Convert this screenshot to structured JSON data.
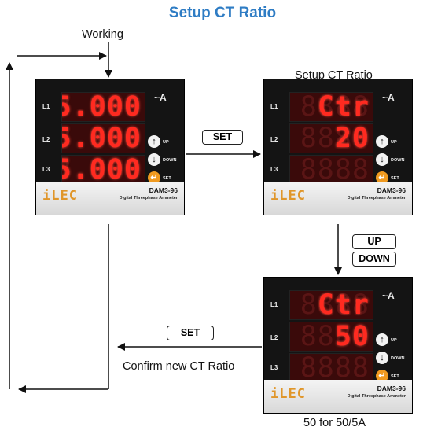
{
  "title": "Setup CT Ratio",
  "labels": {
    "working": "Working",
    "setup_ct_ratio": "Setup CT Ratio",
    "confirm": "Confirm new CT Ratio",
    "footnote": "50 for 50/5A"
  },
  "buttons": {
    "set_top": "SET",
    "up": "UP",
    "down": "DOWN",
    "set_bottom": "SET"
  },
  "meters": {
    "working": {
      "l1": "5.000",
      "l2": "5.000",
      "l3": "5.000"
    },
    "setup": {
      "l1": "Ctr",
      "l2": "20",
      "l3": ""
    },
    "confirm": {
      "l1": "Ctr",
      "l2": "50",
      "l3": ""
    }
  },
  "meter_common": {
    "row1": "L1",
    "row2": "L2",
    "row3": "L3",
    "unit": "~A",
    "key_up": "UP",
    "key_down": "DOWN",
    "key_set": "SET",
    "brand": "iLEC",
    "model": "DAM3-96",
    "description": "Digital Threephase Ammeter"
  },
  "colors": {
    "title": "#2e7cc4",
    "digit_on": "#ff2a20",
    "set_key": "#f09a20"
  }
}
